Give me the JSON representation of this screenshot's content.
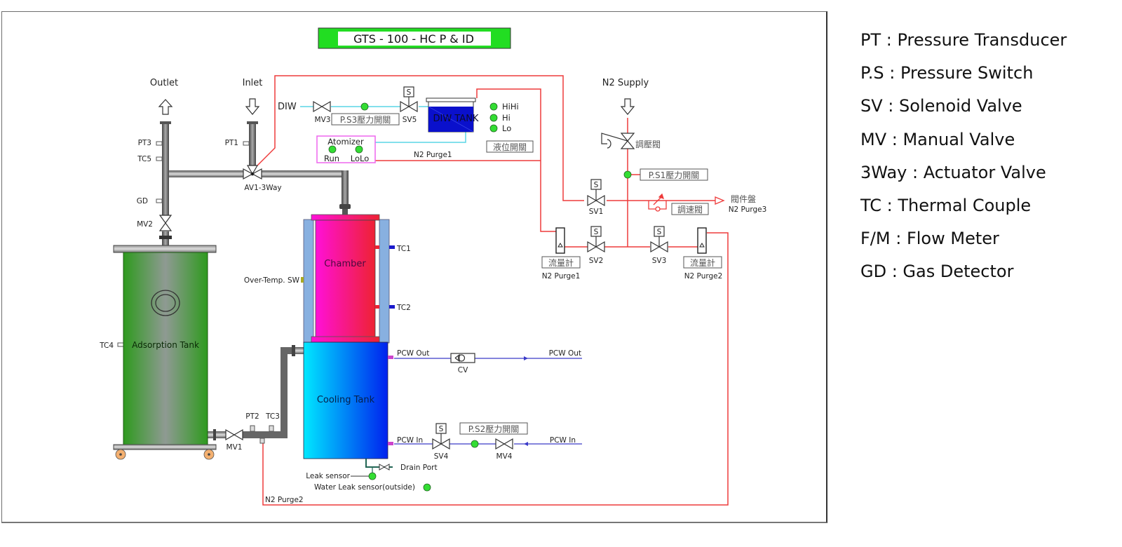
{
  "title": "GTS - 100 - HC  P & ID",
  "colors": {
    "title_bg": "#22dd22",
    "n2_line": "#ee3b3b",
    "diw_line": "#5ad6e6",
    "pcw_line": "#3a3ac8",
    "indicator_green": "#33dd33",
    "adsorption_tank": "#2e9a1e",
    "chamber_left": "#ff10d8",
    "chamber_right": "#ee2233",
    "cooling_left": "#00e8ff",
    "cooling_right": "#0022ee",
    "diw_tank": "#0a10cc",
    "pipe_gray": "#666666"
  },
  "ports": {
    "outlet": "Outlet",
    "inlet": "Inlet",
    "diw": "DIW",
    "n2_supply": "N2 Supply"
  },
  "sensors": {
    "pt3": "PT3",
    "tc5": "TC5",
    "pt1": "PT1",
    "gd": "GD",
    "tc4": "TC4",
    "pt2": "PT2",
    "tc3": "TC3",
    "tc1": "TC1",
    "tc2": "TC2",
    "over_temp": "Over-Temp. SW"
  },
  "valves": {
    "mv1": "MV1",
    "mv2": "MV2",
    "mv3": "MV3",
    "mv4": "MV4",
    "sv1": "SV1",
    "sv2": "SV2",
    "sv3": "SV3",
    "sv4": "SV4",
    "sv5": "SV5",
    "av1": "AV1-3Way",
    "cv": "CV",
    "solenoid_mark": "S",
    "regulator": "調壓閥",
    "speed_valve": "調速閥"
  },
  "equipment": {
    "adsorption_tank": "Adsorption Tank",
    "chamber": "Chamber",
    "cooling_tank": "Cooling Tank",
    "diw_tank": "DIW TANK",
    "atomizer": "Atomizer",
    "atomizer_run": "Run",
    "atomizer_lolo": "LoLo"
  },
  "switches": {
    "ps1": "P.S1壓力開關",
    "ps2": "P.S2壓力開關",
    "ps3": "P.S3壓力開關",
    "level_switch": "液位開關",
    "level_hihi": "HiHi",
    "level_hi": "Hi",
    "level_lo": "Lo"
  },
  "flow": {
    "flowmeter": "流量計",
    "n2_purge1": "N2 Purge1",
    "n2_purge2": "N2 Purge2",
    "n2_purge3": "N2 Purge3",
    "valve_panel": "閥件盤",
    "pcw_out": "PCW Out",
    "pcw_in": "PCW In",
    "drain_port": "Drain Port",
    "leak_sensor": "Leak sensor",
    "water_leak_outside": "Water Leak sensor(outside)"
  },
  "legend": [
    "PT : Pressure Transducer",
    "P.S : Pressure Switch",
    "SV : Solenoid Valve",
    "MV : Manual Valve",
    "3Way : Actuator Valve",
    "TC : Thermal Couple",
    "F/M : Flow Meter",
    "GD : Gas Detector"
  ]
}
